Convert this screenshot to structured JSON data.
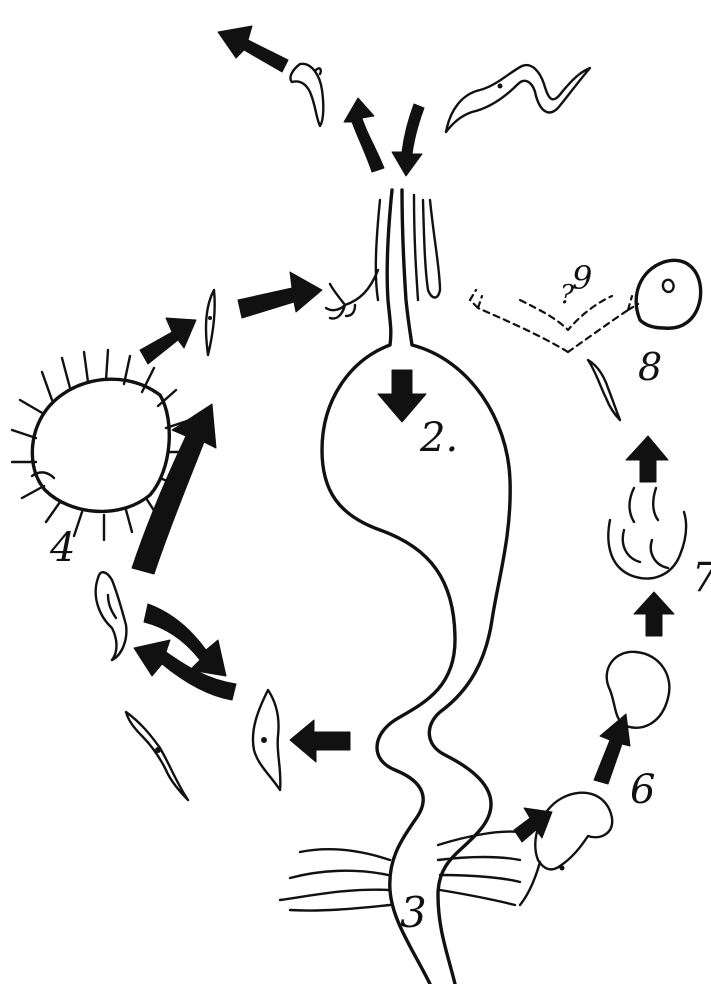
{
  "labels": {
    "stage_2": "2.",
    "stage_3": "3",
    "stage_4": "4",
    "stage_6": "6",
    "stage_7": "7",
    "stage_8": "8",
    "stage_9": "9",
    "question_mark": "?"
  },
  "colors": {
    "ink": "#111111",
    "paper": "#ffffff"
  }
}
